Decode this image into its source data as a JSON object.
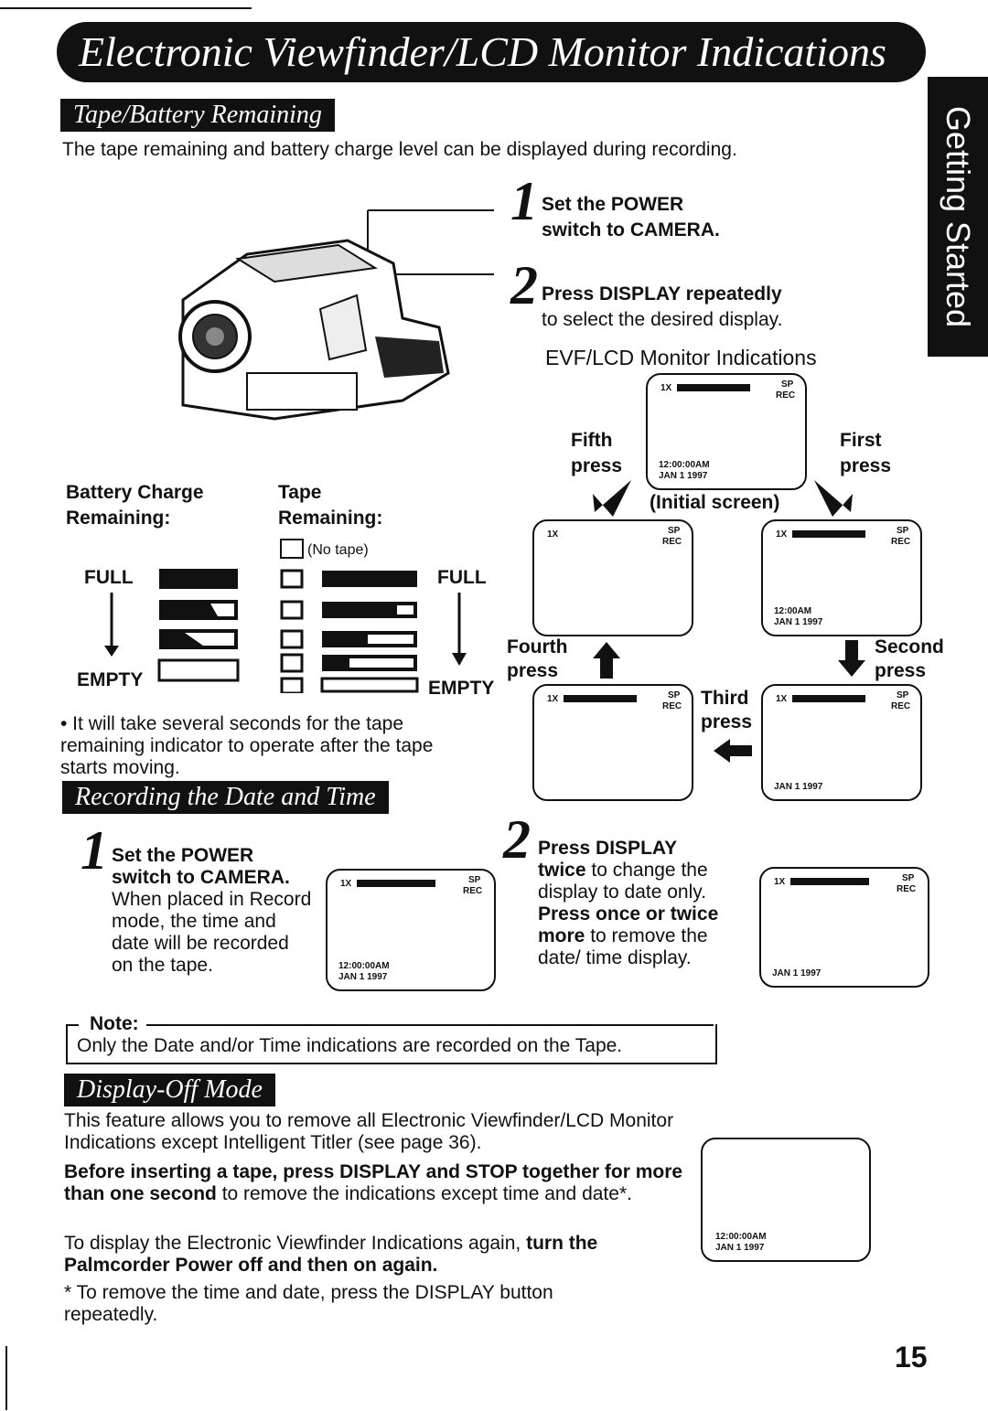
{
  "header": {
    "title": "Electronic Viewfinder/LCD Monitor Indications",
    "side_tab": "Getting Started"
  },
  "tape_battery": {
    "heading": "Tape/Battery Remaining",
    "intro": "The tape remaining and battery charge level can be displayed during recording.",
    "step1_num": "1",
    "step1_line1": "Set the POWER",
    "step1_line2": "switch to CAMERA.",
    "step2_num": "2",
    "step2_line1": "Press DISPLAY repeatedly",
    "step2_line2": "to select the desired display.",
    "evf_title": "EVF/LCD Monitor Indications",
    "battery_label_1": "Battery Charge",
    "battery_label_2": "Remaining:",
    "tape_label_1": "Tape",
    "tape_label_2": "Remaining:",
    "no_tape": "(No tape)",
    "full": "FULL",
    "empty": "EMPTY",
    "note_bullet": "• It will take several seconds for the tape remaining indicator to operate after the tape starts moving."
  },
  "presses": {
    "initial": "(Initial screen)",
    "first_1": "First",
    "first_2": "press",
    "second_1": "Second",
    "second_2": "press",
    "third_1": "Third",
    "third_2": "press",
    "fourth_1": "Fourth",
    "fourth_2": "press",
    "fifth_1": "Fifth",
    "fifth_2": "press"
  },
  "screen_text": {
    "zoom": "1X",
    "sp": "SP",
    "rec": "REC",
    "time": "12:00:00AM",
    "time_short": "12:00AM",
    "date": "JAN  1 1997"
  },
  "date_time": {
    "heading": "Recording the Date and Time",
    "step1_num": "1",
    "step1_bold_1": "Set the POWER",
    "step1_bold_2": "switch to CAMERA.",
    "step1_text": "When placed in Record mode, the time and date will be recorded on the tape.",
    "step2_num": "2",
    "step2_a": "Press DISPLAY",
    "step2_b": "twice",
    "step2_c": " to change the display to date only. ",
    "step2_d": "Press once or twice more",
    "step2_e": " to remove the date/ time display."
  },
  "note": {
    "label": "Note:",
    "text": "Only the Date and/or Time indications are recorded on the Tape."
  },
  "display_off": {
    "heading": "Display-Off Mode",
    "p1": "This feature allows you to remove all Electronic Viewfinder/LCD Monitor Indications except Intelligent Titler (see page 36).",
    "p2_bold": "Before inserting a tape, press DISPLAY and STOP together for more than one second",
    "p2_rest": " to remove the indications except time and date*.",
    "p3_a": "To display the Electronic Viewfinder Indications again, ",
    "p3_b": "turn the Palmcorder Power off and then on again.",
    "footnote": "* To remove the time and date, press the DISPLAY button repeatedly."
  },
  "page_number": "15"
}
